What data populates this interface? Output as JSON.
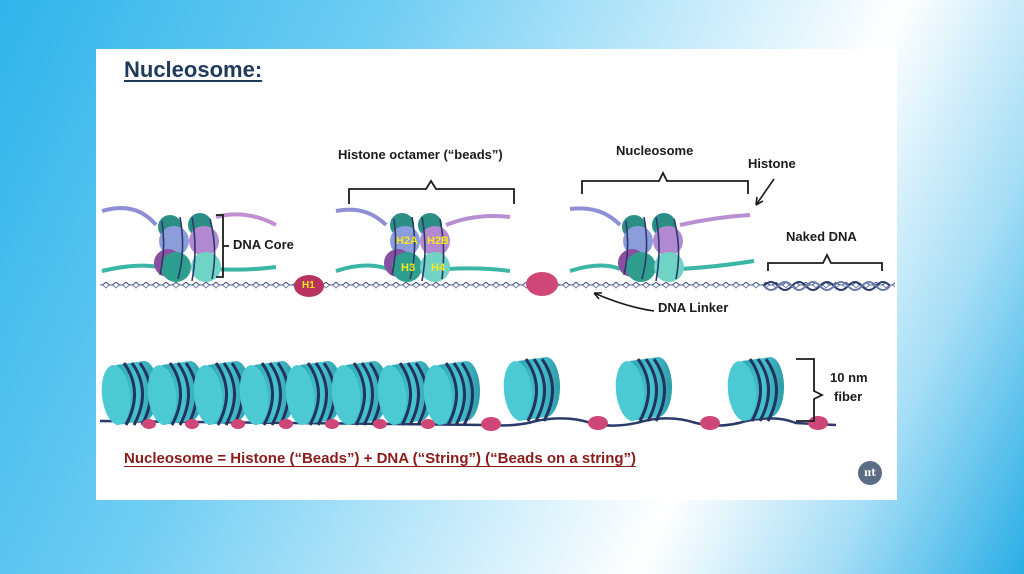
{
  "title": "Nucleosome:",
  "labels": {
    "histone_octamer": "Histone octamer (“beads”)",
    "nucleosome": "Nucleosome",
    "histone": "Histone",
    "dna_core": "DNA Core",
    "naked_dna": "Naked DNA",
    "dna_linker": "DNA Linker",
    "h1": "H1",
    "h2a": "H2A",
    "h2b": "H2B",
    "h3": "H3",
    "h4": "H4",
    "fiber_line1": "10 nm",
    "fiber_line2": "fiber"
  },
  "caption": "Nucleosome = Histone (“Beads”) + DNA (“String”) (“Beads on a string”)",
  "logo_text": "πt",
  "colors": {
    "title": "#1f3a5a",
    "caption": "#8b1a1a",
    "histone_teal": "#3fbcc6",
    "histone_blue": "#8a9ad6",
    "histone_purple": "#9b6fb8",
    "histone_green": "#2f9f8f",
    "linker_bead": "#cf4777",
    "dna": "#2b3a6a",
    "label_yellow": "#f5e81c"
  }
}
